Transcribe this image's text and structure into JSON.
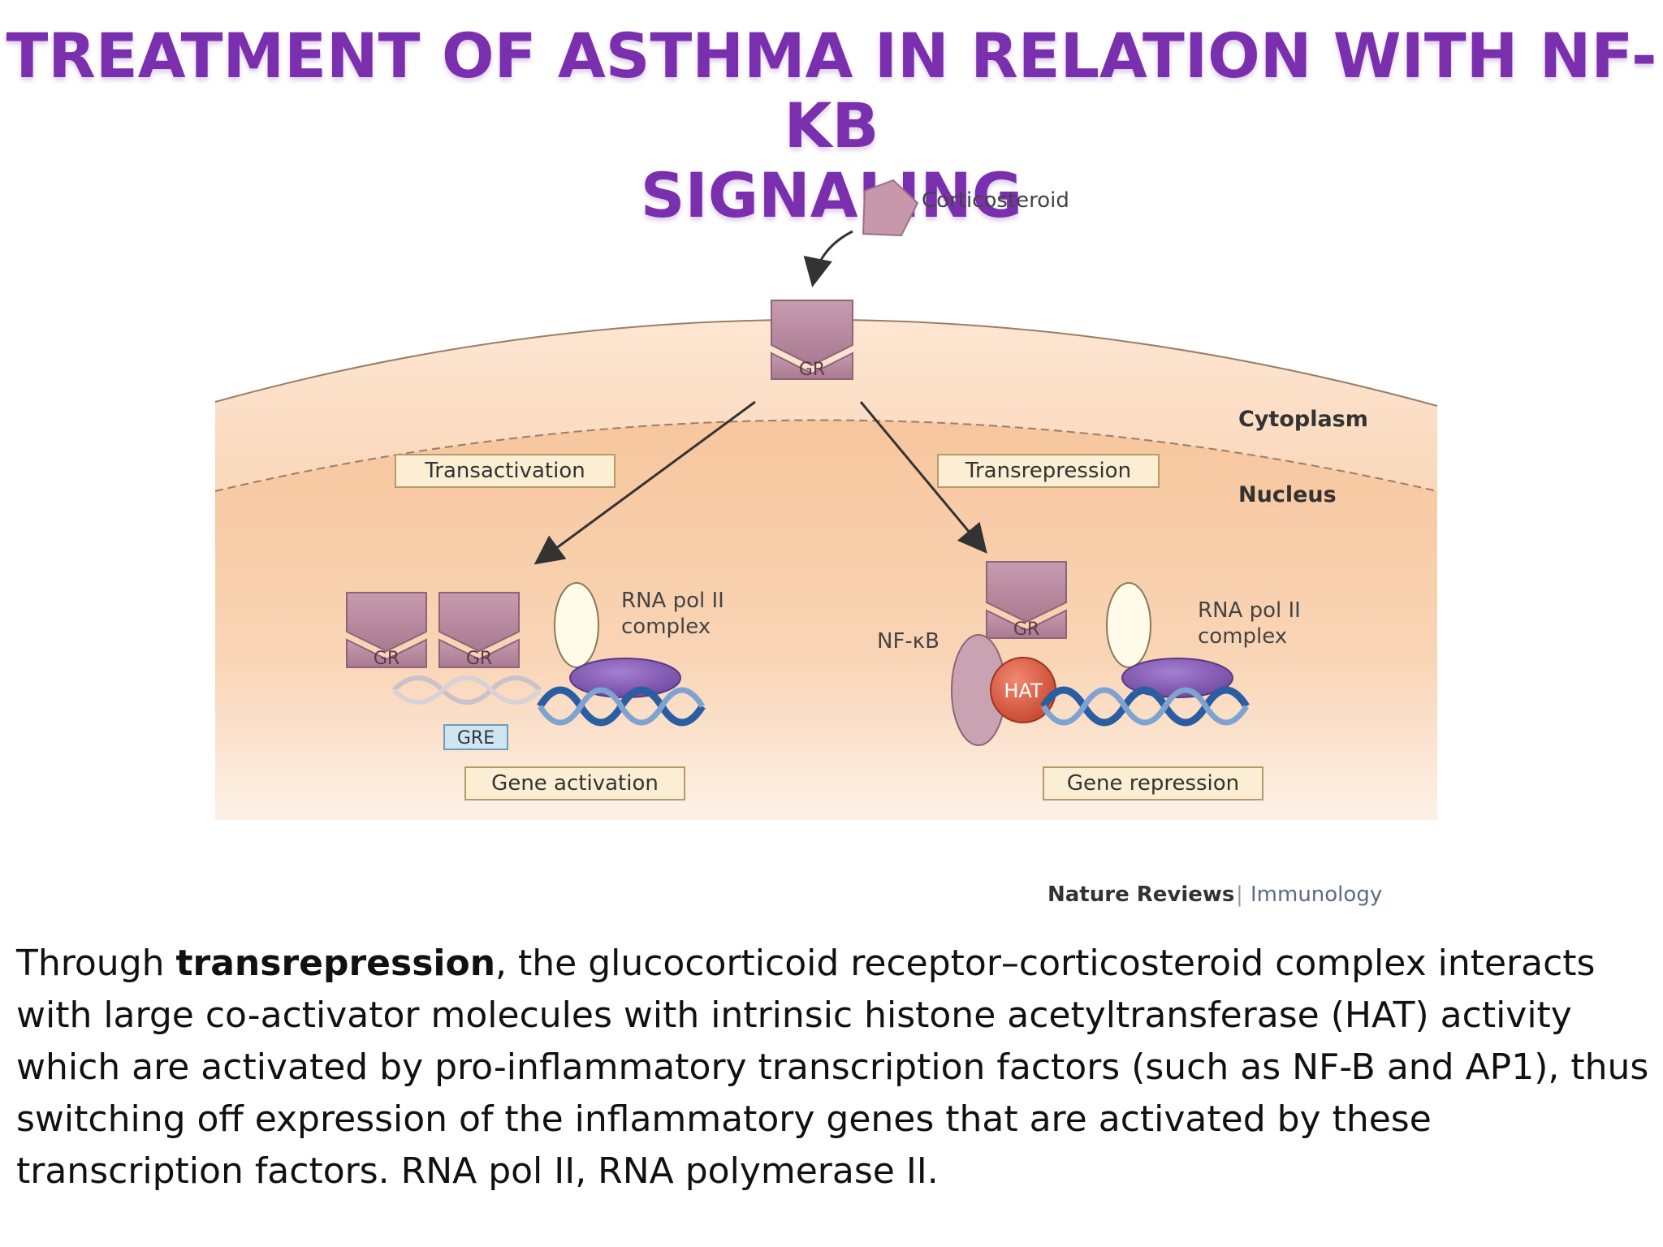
{
  "slide": {
    "title_line1": "TREATMENT OF ASTHMA IN RELATION WITH NF-KB",
    "title_line2": "SIGNALING"
  },
  "diagram": {
    "corticosteroid": "Corticosteroid",
    "gr": "GR",
    "cytoplasm": "Cytoplasm",
    "nucleus": "Nucleus",
    "transactivation": "Transactivation",
    "transrepression": "Transrepression",
    "rna_pol_left_line1": "RNA pol II",
    "rna_pol_left_line2": "complex",
    "rna_pol_right_line1": "RNA pol II",
    "rna_pol_right_line2": "complex",
    "nfkb": "NF-κB",
    "hat": "HAT",
    "gre": "GRE",
    "gene_activation": "Gene activation",
    "gene_repression": "Gene repression",
    "credit_journal": "Nature Reviews",
    "credit_section": "Immunology",
    "colors": {
      "title": "#7a2fae",
      "receptor": "#b9899e",
      "cell_fill": "#f6caa4",
      "rna_pol": "#8b5fb8",
      "hat": "#e06a50",
      "dna": "#2b5da3",
      "label_box": "#fbeed3"
    }
  },
  "caption": {
    "prefix": "Through ",
    "bold_term": "transrepression",
    "text": ", the glucocorticoid receptor–corticosteroid complex interacts with large co-activator molecules with intrinsic histone acetyltransferase (HAT) activity which are activated by pro-inflammatory transcription factors (such as NF-B and AP1), thus switching off expression of the inflammatory genes that are activated by these transcription factors. RNA pol II, RNA polymerase II."
  }
}
